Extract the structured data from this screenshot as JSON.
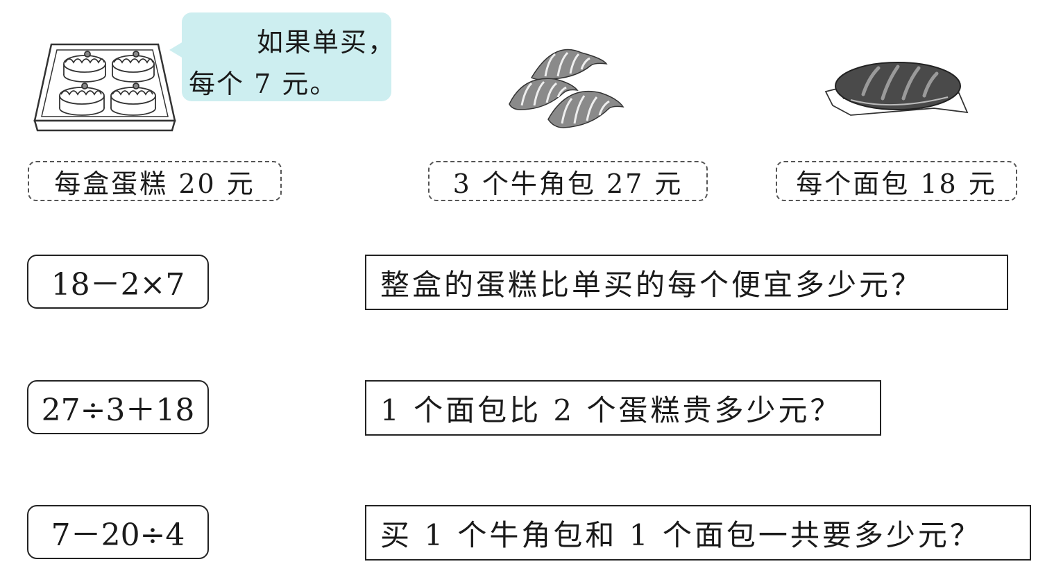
{
  "speech_bubble": {
    "line1": "如果单买，",
    "line2": "每个 7 元。"
  },
  "price_tags": {
    "cake": "每盒蛋糕 20 元",
    "croissant": "3 个牛角包 27 元",
    "bread": "每个面包 18 元"
  },
  "expressions": [
    "18－2×7",
    "27÷3＋18",
    "7－20÷4"
  ],
  "questions": [
    "整盒的蛋糕比单买的每个便宜多少元？",
    "1 个面包比 2 个蛋糕贵多少元？",
    "买 1 个牛角包和 1 个面包一共要多少元？"
  ],
  "icons": {
    "cake": "cake-tray-icon",
    "croissant": "croissant-icon",
    "bread": "bread-loaf-icon"
  },
  "colors": {
    "bubble": "#cdeef0",
    "bread": "#4a4a4a",
    "croissant": "#8a8a8a"
  }
}
